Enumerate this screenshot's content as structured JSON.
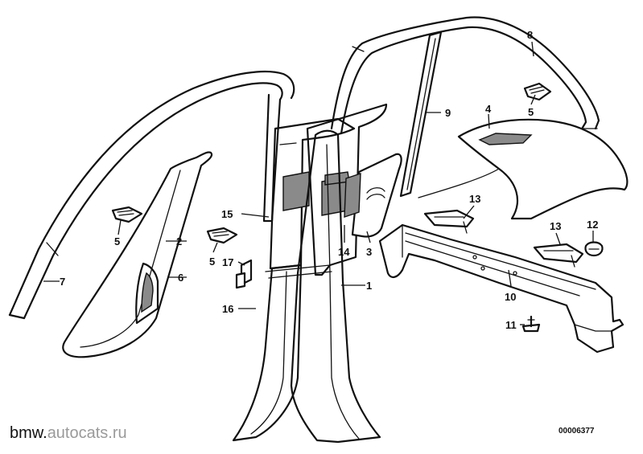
{
  "diagram": {
    "callouts": [
      {
        "id": "c8",
        "label": "8"
      },
      {
        "id": "c9",
        "label": "9"
      },
      {
        "id": "c4",
        "label": "4"
      },
      {
        "id": "c5a",
        "label": "5"
      },
      {
        "id": "c5b",
        "label": "5"
      },
      {
        "id": "c5c",
        "label": "5"
      },
      {
        "id": "c2",
        "label": "2"
      },
      {
        "id": "c6",
        "label": "6"
      },
      {
        "id": "c7",
        "label": "7"
      },
      {
        "id": "c15",
        "label": "15"
      },
      {
        "id": "c17",
        "label": "17"
      },
      {
        "id": "c16",
        "label": "16"
      },
      {
        "id": "c14",
        "label": "14"
      },
      {
        "id": "c3",
        "label": "3"
      },
      {
        "id": "c1",
        "label": "1"
      },
      {
        "id": "c13a",
        "label": "13"
      },
      {
        "id": "c13b",
        "label": "13"
      },
      {
        "id": "c12",
        "label": "12"
      },
      {
        "id": "c10",
        "label": "10"
      },
      {
        "id": "c11",
        "label": "11"
      }
    ],
    "drawing_code": "00006377"
  },
  "watermark": {
    "prefix": "bmw.",
    "domain": "autocats.ru"
  }
}
